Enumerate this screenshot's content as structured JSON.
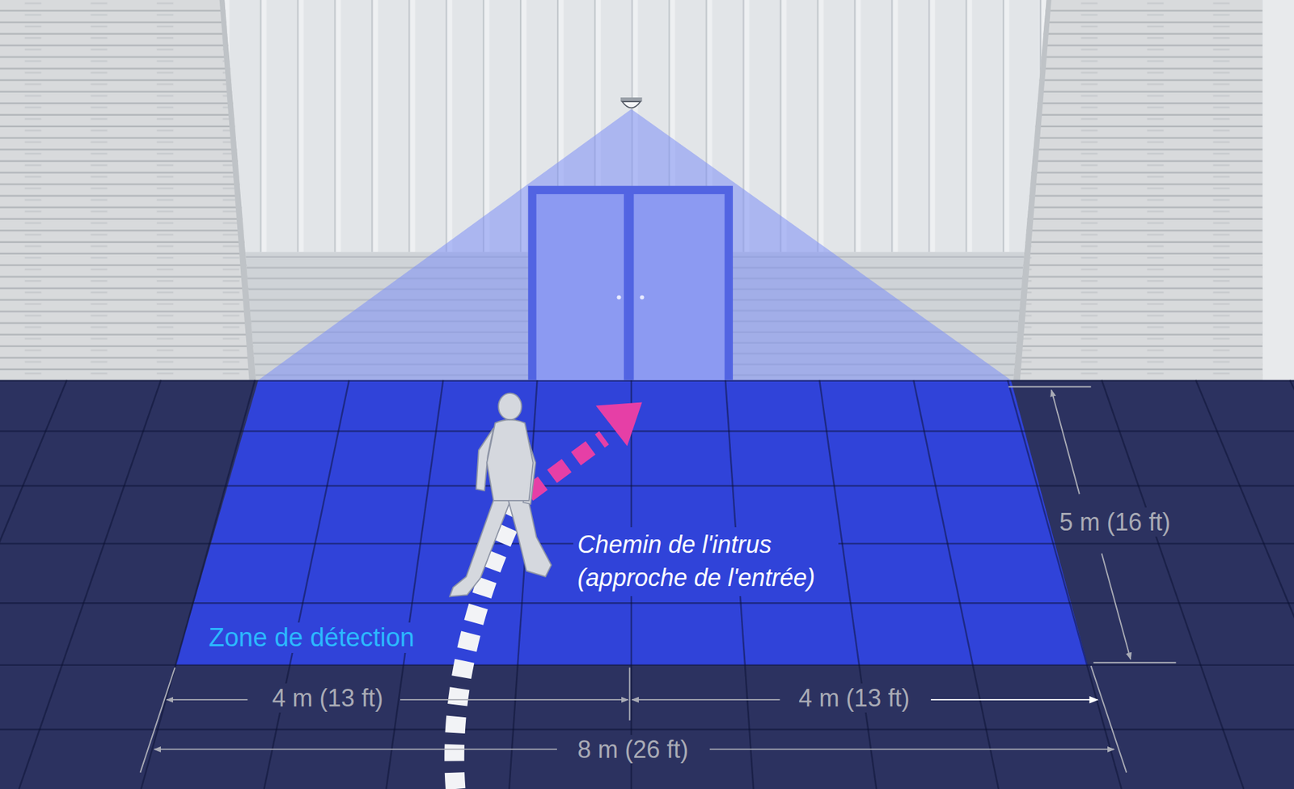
{
  "diagram": {
    "labels": [
      "5 m (16 ft)",
      "Chemin de l'intrus (approche de l'entrée)",
      "Zone de détection",
      "4 m (13 ft)",
      "4 m (13 ft)",
      "8 m (26 ft)"
    ]
  }
}
